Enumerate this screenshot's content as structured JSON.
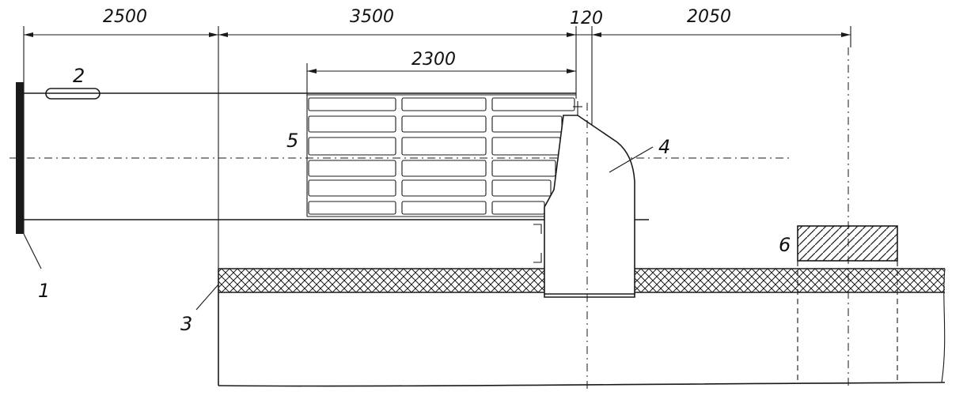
{
  "dimensions": {
    "d1": "2500",
    "d2": "3500",
    "d3": "120",
    "d4": "2050",
    "d5": "2300"
  },
  "labels": {
    "l1": "1",
    "l2": "2",
    "l3": "3",
    "l4": "4",
    "l5": "5",
    "l6": "6"
  }
}
